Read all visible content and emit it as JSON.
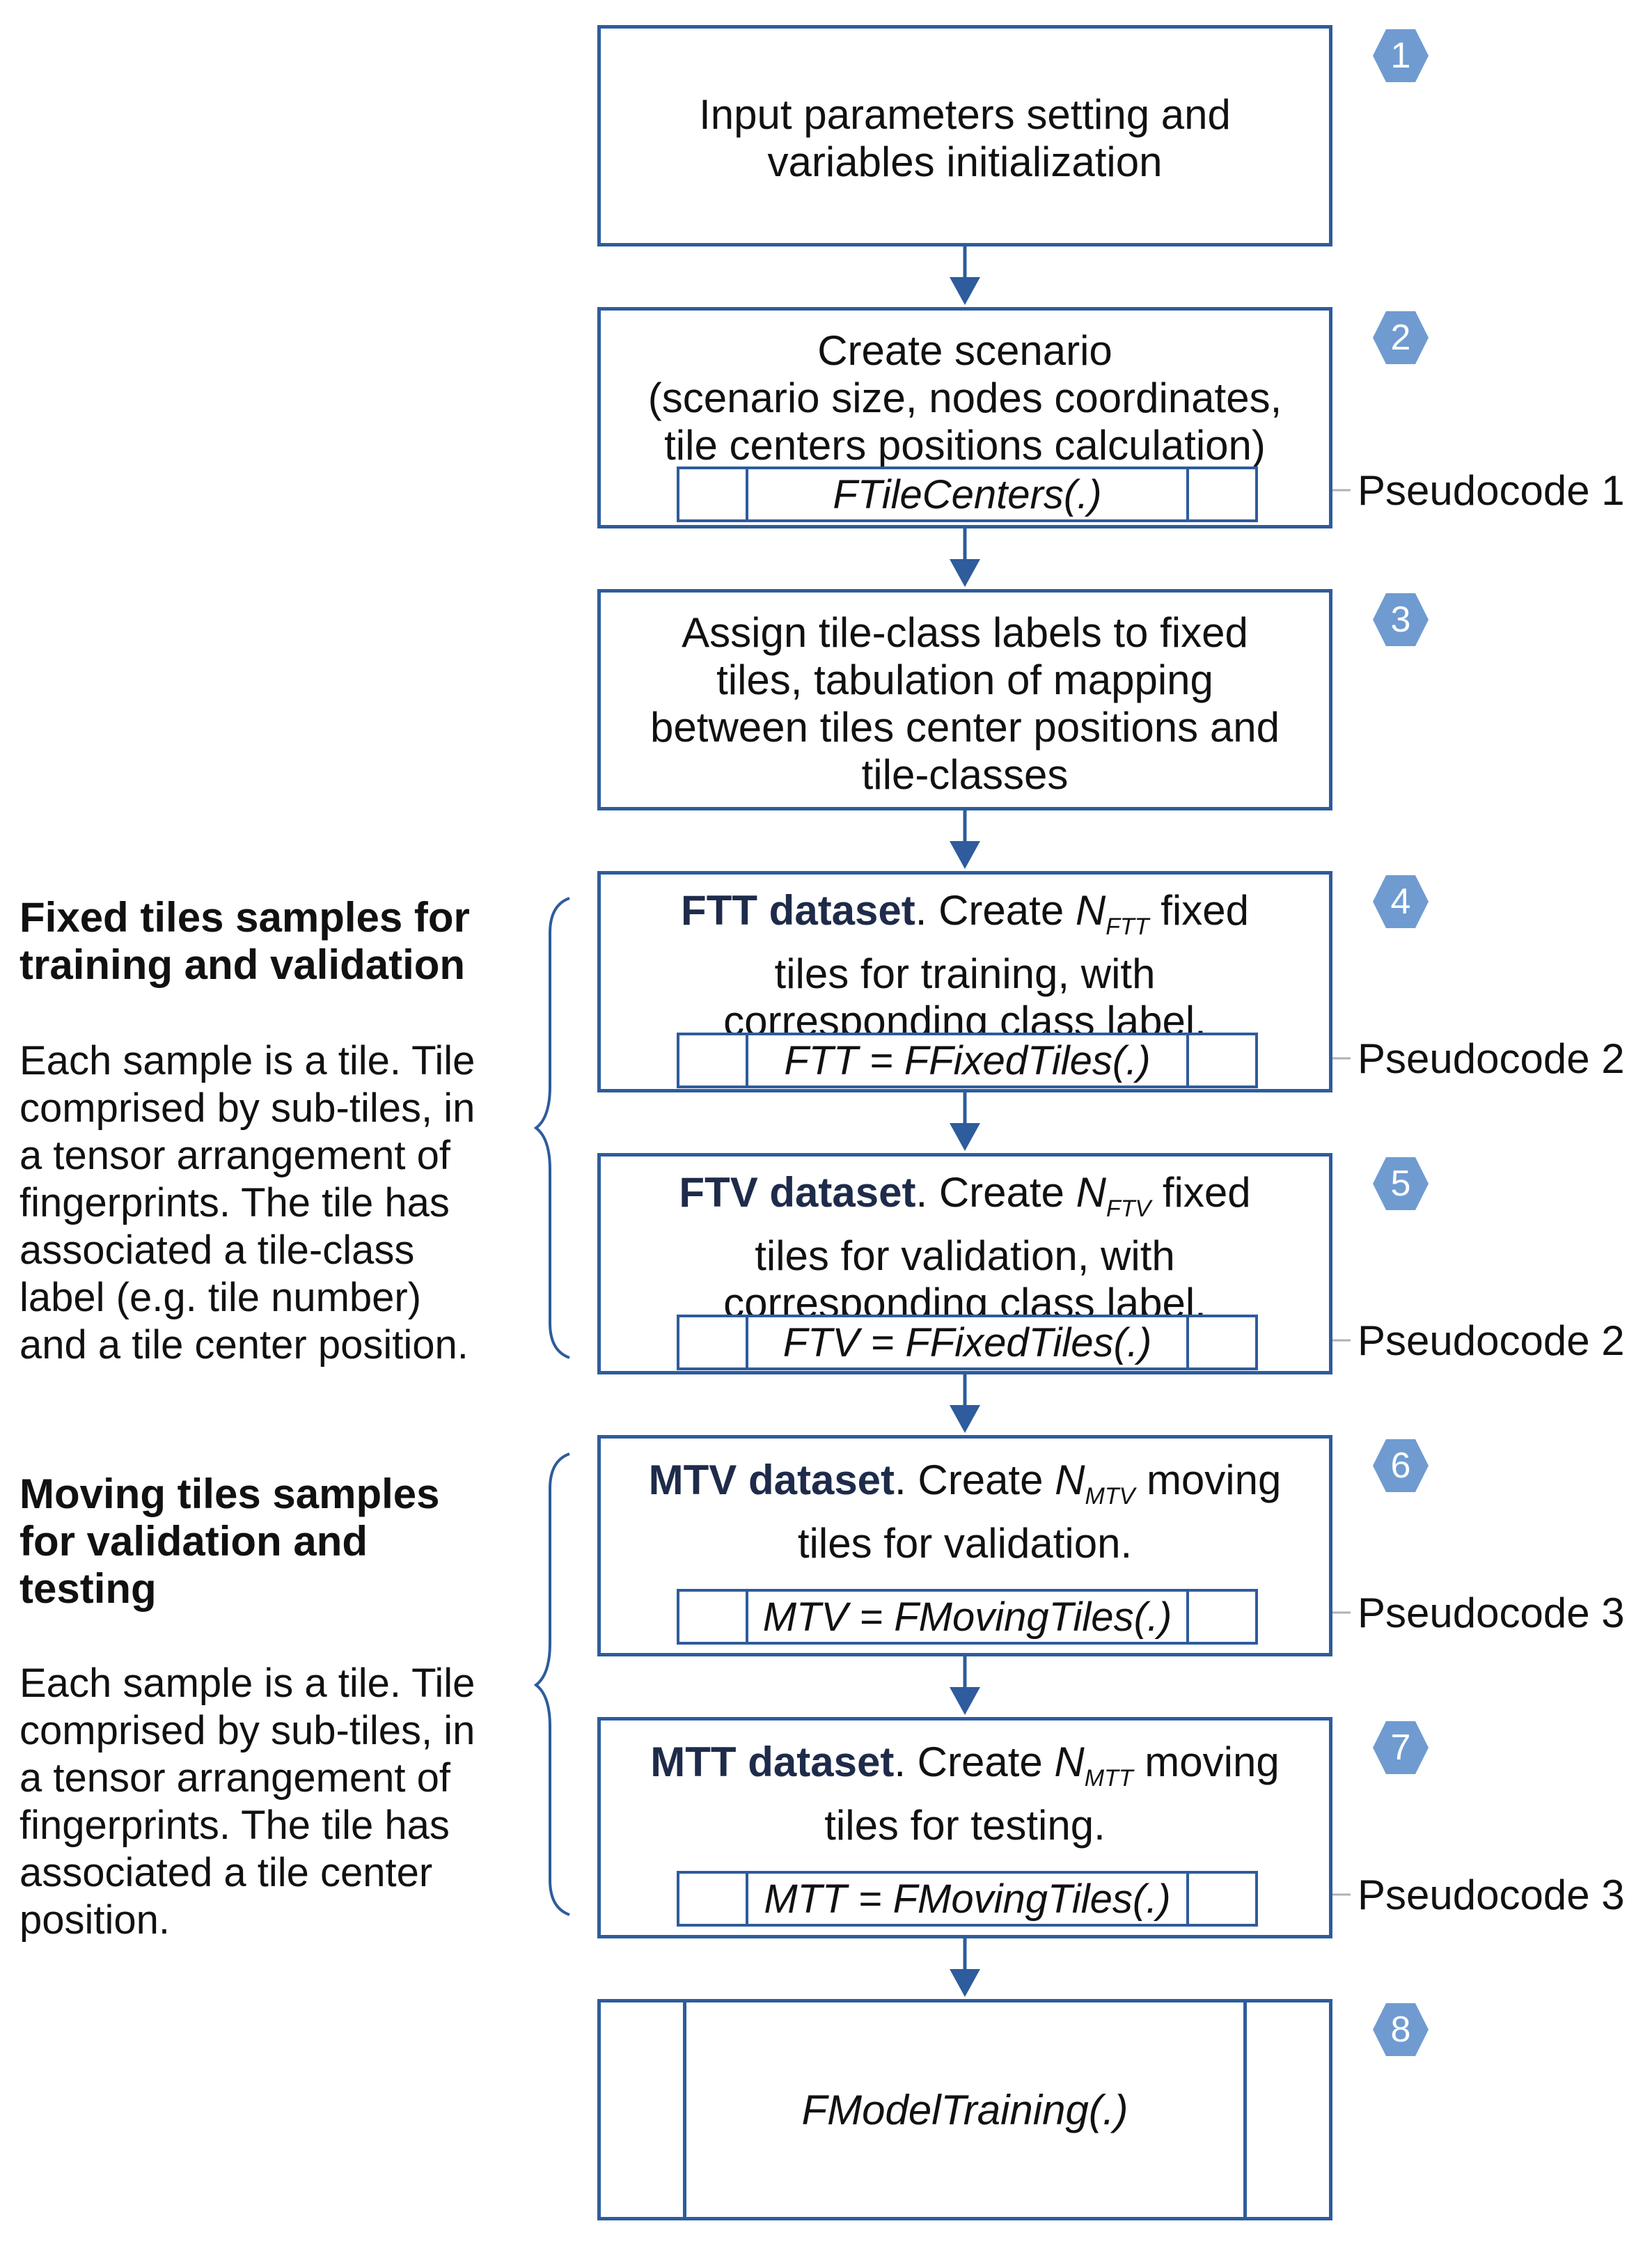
{
  "steps": [
    {
      "number": "1",
      "lines": [
        "Input parameters setting and",
        "variables initialization"
      ]
    },
    {
      "number": "2",
      "lines": [
        "Create scenario",
        "(scenario size, nodes coordinates,",
        "tile centers positions calculation)"
      ],
      "function": "FTileCenters(.)",
      "pseudocode": "Pseudocode 1"
    },
    {
      "number": "3",
      "lines": [
        "Assign tile-class labels to fixed",
        "tiles, tabulation of mapping",
        "between tiles center positions and",
        "tile-classes"
      ]
    },
    {
      "number": "4",
      "bold": "FTT dataset",
      "after_bold": ". Create ",
      "n_symbol": "N",
      "n_sub": "FTT",
      "after_n": " fixed",
      "lines": [
        "tiles for training, with",
        "corresponding class label."
      ],
      "function": "FTT = FFixedTiles(.)",
      "pseudocode": "Pseudocode 2"
    },
    {
      "number": "5",
      "bold": "FTV dataset",
      "after_bold": ". Create ",
      "n_symbol": "N",
      "n_sub": "FTV",
      "after_n": " fixed",
      "lines": [
        "tiles for validation, with",
        "corresponding class label."
      ],
      "function": "FTV = FFixedTiles(.)",
      "pseudocode": "Pseudocode 2"
    },
    {
      "number": "6",
      "bold": "MTV dataset",
      "after_bold": ". Create ",
      "n_symbol": "N",
      "n_sub": "MTV",
      "after_n": " moving",
      "lines": [
        "tiles for validation."
      ],
      "function": "MTV = FMovingTiles(.)",
      "pseudocode": "Pseudocode 3"
    },
    {
      "number": "7",
      "bold": "MTT dataset",
      "after_bold": ". Create ",
      "n_symbol": "N",
      "n_sub": "MTT",
      "after_n": " moving",
      "lines": [
        "tiles for testing."
      ],
      "function": "MTT = FMovingTiles(.)",
      "pseudocode": "Pseudocode 3"
    },
    {
      "number": "8",
      "function": "FModelTraining(.)"
    }
  ],
  "groups": [
    {
      "title_lines": [
        "Fixed tiles samples for",
        "training and validation"
      ],
      "desc_lines": [
        "Each sample is a tile. Tile",
        "comprised by sub-tiles, in",
        "a tensor arrangement of",
        "fingerprints. The tile has",
        "associated a tile-class",
        "label (e.g. tile number)",
        "and a tile center position."
      ]
    },
    {
      "title_lines": [
        "Moving tiles samples",
        "for validation and",
        "testing"
      ],
      "desc_lines": [
        "Each sample is a tile. Tile",
        "comprised by sub-tiles, in",
        "a tensor arrangement of",
        "fingerprints. The tile has",
        "associated a tile center",
        "position."
      ]
    }
  ],
  "colors": {
    "box_border": "#2e5c9c",
    "badge_fill": "#6f9bd1",
    "arrow": "#2e5c9c",
    "pseudo_arrow": "#8a8a8a",
    "bold_text": "#1e2b4a"
  }
}
